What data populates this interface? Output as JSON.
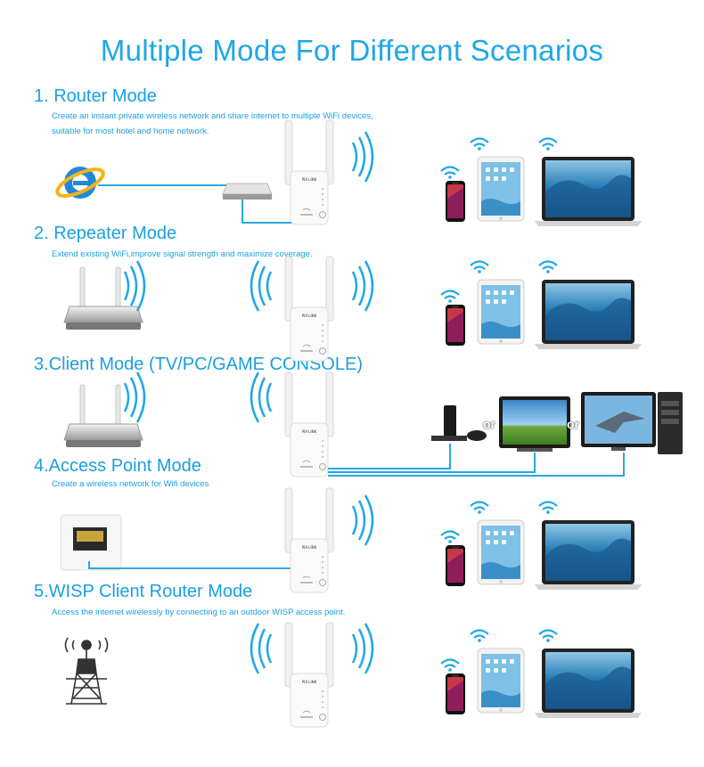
{
  "title": "Multiple Mode For Different Scenarios",
  "modes": [
    {
      "title": "1. Router Mode",
      "desc_lines": [
        "Create an instant private wireless network and share internet to multiple WiFi devices,",
        "suitable for most hotel and home network."
      ]
    },
    {
      "title": "2. Repeater Mode",
      "desc_lines": [
        "Extend existing WiFi,improve signal strength and maximize coverage."
      ]
    },
    {
      "title": "3.Client Mode (TV/PC/GAME CONSOLE)",
      "desc_lines": []
    },
    {
      "title": "4.Access Point Mode",
      "desc_lines": [
        "Create a wireless network for Wifi devices"
      ]
    },
    {
      "title": "5.WISP Client Router Mode",
      "desc_lines": [
        "Access the internet wirelessly by connecting to an outdoor WISP access point."
      ]
    }
  ],
  "or_label": "or",
  "device_brand": "PIX-LINK",
  "colors": {
    "accent": "#1ea7e6",
    "cable": "#29a8e0",
    "screen_wave": "#1b6fa8"
  },
  "icons": [
    "internet-explorer-icon",
    "switch-icon",
    "extender-icon",
    "router-icon",
    "phone-icon",
    "tablet-icon",
    "laptop-icon",
    "wifi-icon",
    "game-console-icon",
    "tv-icon",
    "desktop-pc-icon",
    "ethernet-port-icon",
    "wisp-tower-icon"
  ]
}
